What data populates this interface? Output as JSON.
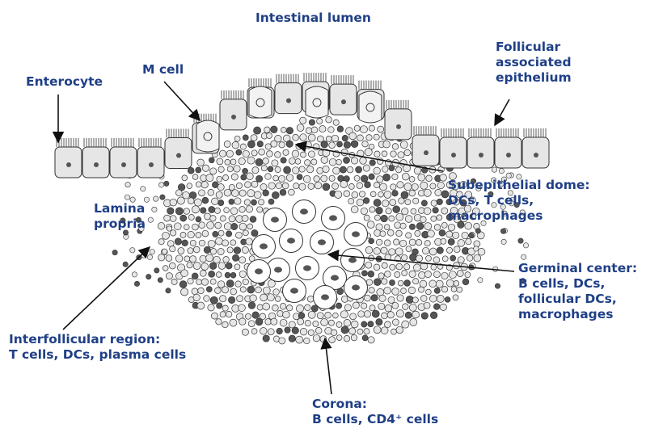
{
  "colors": {
    "label_text": "#1f3f86",
    "line_art": "#333333",
    "cell_fill": "#e6e6e6",
    "dark_cell": "#555555",
    "germinal_cell_fill": "#ffffff"
  },
  "labels": {
    "intestinal_lumen": "Intestinal lumen",
    "m_cell": "M cell",
    "enterocyte": "Enterocyte",
    "follicular_associated_epithelium": [
      "Follicular",
      "associated",
      "epithelium"
    ],
    "lamina_propria": [
      "Lamina",
      "propria"
    ],
    "subepithelial_dome": [
      "Subepithelial dome:",
      "DCs, T cells,",
      "macrophages"
    ],
    "germinal_center": [
      "Germinal center:",
      "B cells, DCs,",
      "follicular DCs,",
      "macrophages"
    ],
    "interfollicular_region": [
      "Interfollicular region:",
      "T cells, DCs, plasma cells"
    ],
    "corona": [
      "Corona:",
      "B cells, CD4⁺ cells"
    ]
  },
  "icons": [
    "enterocyte-cell-icon",
    "m-cell-icon",
    "lymphocyte-icon",
    "germinal-center-cell-icon",
    "pointer-arrow-icon"
  ]
}
